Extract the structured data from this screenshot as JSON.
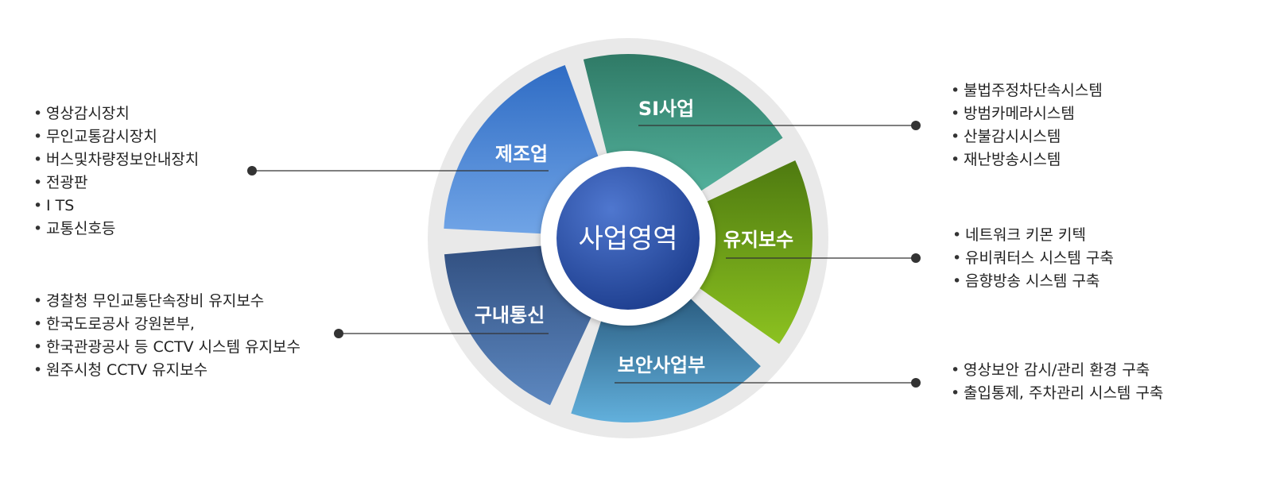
{
  "center": {
    "label": "사업영역"
  },
  "segments": [
    {
      "id": "si",
      "label": "SI사업",
      "colors": [
        "#2f7a66",
        "#53b19c"
      ],
      "items": [
        "불법주정차단속시스템",
        "방범카메라시스템",
        "산불감시시스템",
        "재난방송시스템"
      ]
    },
    {
      "id": "maintenance",
      "label": "유지보수",
      "colors": [
        "#4e7a10",
        "#8cc220"
      ],
      "items": [
        "네트워크 키몬 키텍",
        "유비쿼터스 시스템 구축",
        "음향방송 시스템 구축"
      ]
    },
    {
      "id": "security",
      "label": "보안사업부",
      "colors": [
        "#2a5c80",
        "#62b0dc"
      ],
      "items": [
        "영상보안 감시/관리 환경 구축",
        "출입통제, 주차관리 시스템 구축"
      ]
    },
    {
      "id": "telecom",
      "label": "구내통신",
      "colors": [
        "#314f80",
        "#5d88c0"
      ],
      "items": [
        "경찰청 무인교통단속장비 유지보수",
        "한국도로공사 강원본부,",
        "한국관광공사 등 CCTV 시스템 유지보수",
        "원주시청 CCTV 유지보수"
      ]
    },
    {
      "id": "manufacturing",
      "label": "제조업",
      "colors": [
        "#2f6cc4",
        "#70a4e6"
      ],
      "items": [
        "영상감시장치",
        "무인교통감시장치",
        "버스및차량정보안내장치",
        "전광판",
        "I TS",
        "교통신호등"
      ]
    }
  ],
  "colors": {
    "ring": "#e9e9e9",
    "connector": "#333333",
    "center_dark": "#1a3a8a",
    "center_light": "#4f77cf"
  }
}
